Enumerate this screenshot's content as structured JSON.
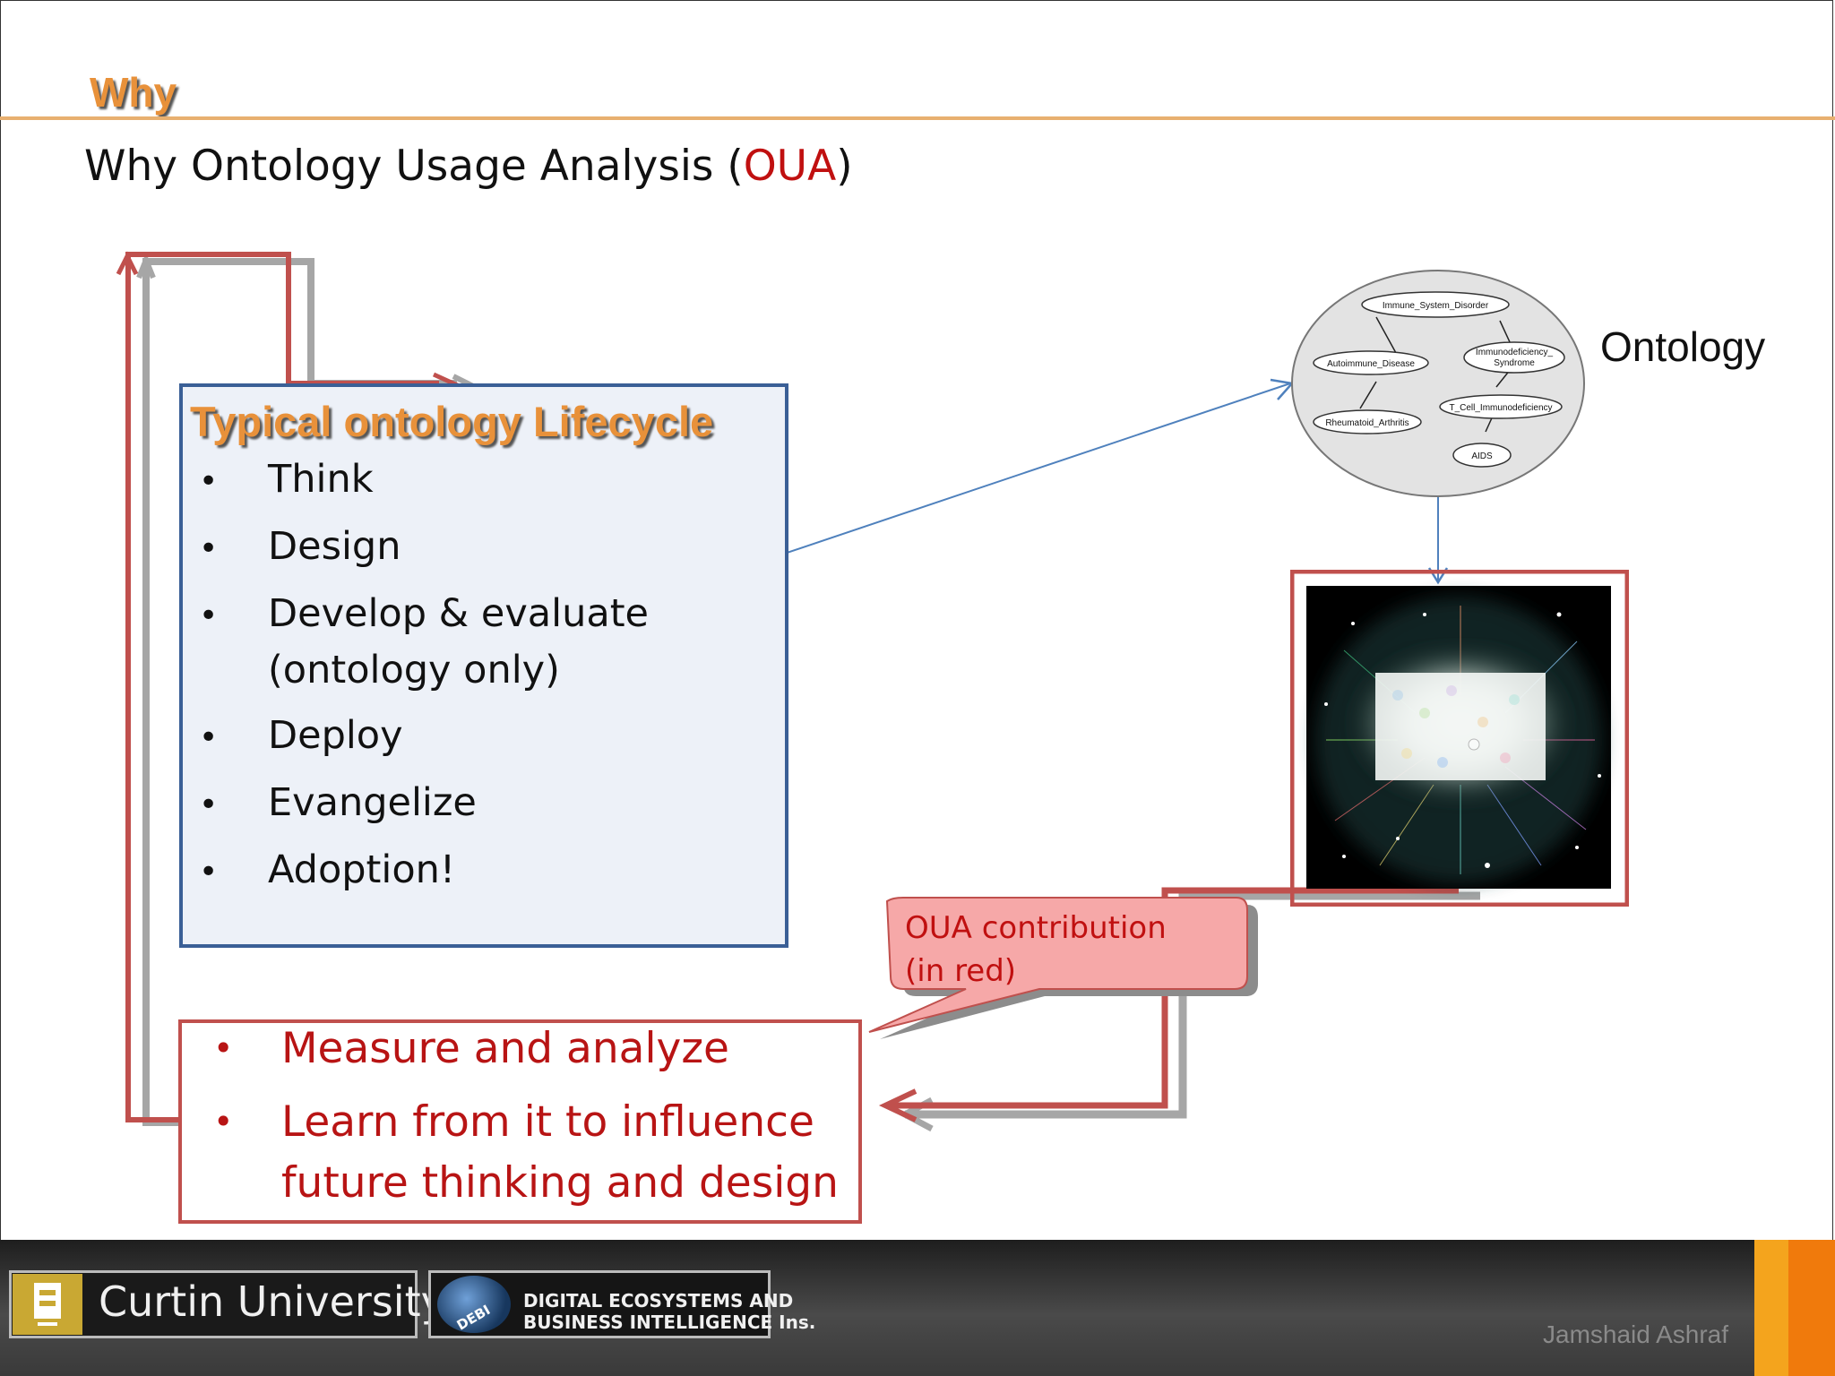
{
  "header": {
    "section": "Why",
    "subtitle_prefix": "Why Ontology Usage Analysis (",
    "subtitle_highlight": "OUA",
    "subtitle_suffix": ")"
  },
  "lifecycle": {
    "title": "Typical ontology Lifecycle",
    "items": [
      "Think",
      "Design",
      "Develop & evaluate",
      "(ontology only)",
      "Deploy",
      "Evangelize",
      "Adoption!"
    ]
  },
  "oua_box": {
    "items": [
      "Measure and analyze",
      "Learn from it to influence",
      "future thinking and design"
    ]
  },
  "ontology_diagram": {
    "label": "Ontology",
    "nodes": [
      "Immune_System_Disorder",
      "Autoimmune_Disease",
      "Immunodeficiency_",
      "Syndrome",
      "Rheumatoid_Arthritis",
      "T_Cell_Immunodeficiency",
      "AIDS"
    ]
  },
  "callout": {
    "line1": "OUA  contribution",
    "line2": "(in red)"
  },
  "footer": {
    "university": "Curtin University",
    "institute_line1": "DIGITAL ECOSYSTEMS AND",
    "institute_line2": "BUSINESS INTELLIGENCE Ins.",
    "institute_abbr": "DEBI",
    "author": "Jamshaid Ashraf"
  },
  "colors": {
    "accent_orange": "#e8913a",
    "oua_red": "#c01010",
    "box_blue": "#3a5f96",
    "box_red": "#c0504d"
  }
}
